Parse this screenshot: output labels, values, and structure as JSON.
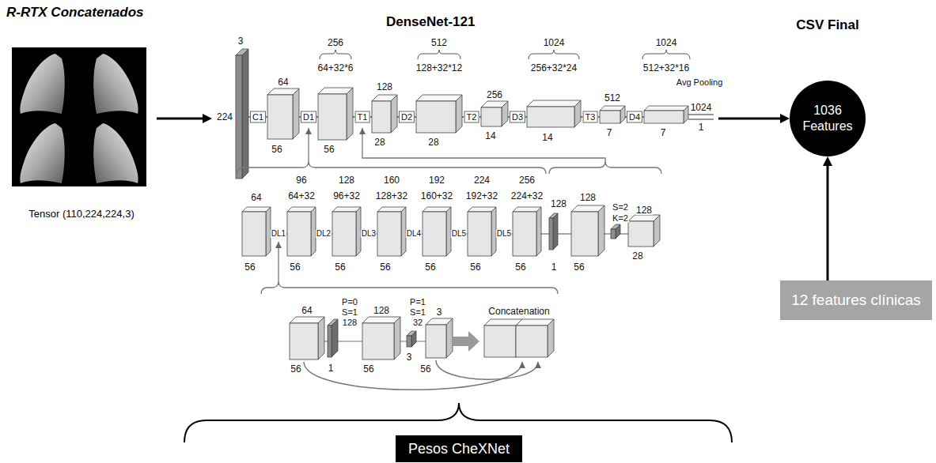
{
  "diagram": {
    "nodes": [
      {
        "text": [
          "R-RTX Concatenados",
          "Tensor (110,224,224,3)"
        ]
      },
      {
        "text": [
          "DenseNet-121"
        ]
      },
      {
        "text": [
          "CSV Final",
          "1036 Features"
        ]
      },
      {
        "text": [
          "12 features clínicas"
        ]
      },
      {
        "text": [
          "Pesos CheXNet"
        ]
      }
    ],
    "edges": [
      {
        "from": 0,
        "to": 1,
        "arrow": "to"
      },
      {
        "from": 1,
        "to": 2,
        "arrow": "to"
      },
      {
        "from": 3,
        "to": 2,
        "arrow": "to"
      }
    ],
    "labels": [
      "3",
      "224",
      "C1",
      "64",
      "56",
      "D1",
      "256",
      "64+32*6",
      "56",
      "T1",
      "128",
      "28",
      "D2",
      "512",
      "128+32*12",
      "28",
      "T2",
      "256",
      "14",
      "D3",
      "1024",
      "256+32*24",
      "14",
      "T3",
      "512",
      "7",
      "D4",
      "1024",
      "512+32*16",
      "7",
      "Avg Pooling",
      "1024",
      "1",
      "64",
      "56",
      "DL1",
      "96",
      "64+32",
      "56",
      "DL2",
      "128",
      "96+32",
      "56",
      "DL3",
      "160",
      "128+32",
      "56",
      "DL4",
      "192",
      "160+32",
      "56",
      "DL5",
      "224",
      "192+32",
      "56",
      "DL5",
      "256",
      "224+32",
      "56",
      "128",
      "1",
      "128",
      "56",
      "S=2",
      "K=2",
      "128",
      "28",
      "64",
      "56",
      "P=0",
      "S=1",
      "128",
      "1",
      "128",
      "56",
      "P=1",
      "S=1",
      "32",
      "3",
      "3",
      "56",
      "Concatenation"
    ]
  }
}
